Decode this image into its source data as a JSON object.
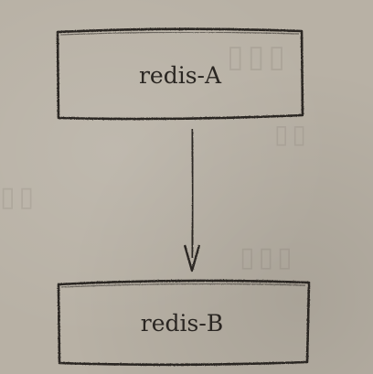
{
  "nodes": [
    {
      "id": "redis-A",
      "label": "redis-A"
    },
    {
      "id": "redis-B",
      "label": "redis-B"
    }
  ],
  "edges": [
    {
      "from": "redis-A",
      "to": "redis-B"
    }
  ],
  "colors": {
    "paper": "#b8b1a5",
    "ink": "#2a2622"
  }
}
